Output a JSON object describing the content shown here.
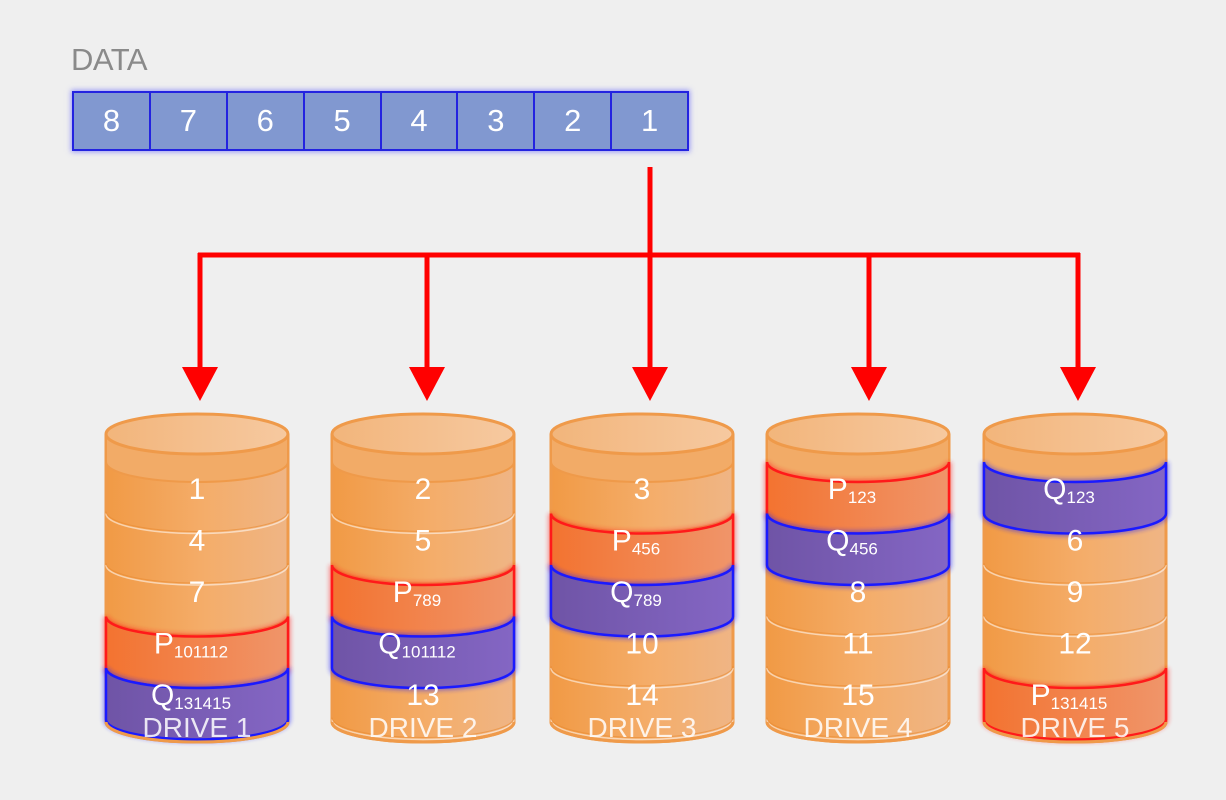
{
  "title": "DATA",
  "data_blocks": [
    "8",
    "7",
    "6",
    "5",
    "4",
    "3",
    "2",
    "1"
  ],
  "colors": {
    "background": "#efefef",
    "data_fill": "#8198d0",
    "data_border": "#2323e0",
    "arrow": "#ff0000",
    "disk_orange": "#f3a65a",
    "disk_orange_dark": "#ef8f35",
    "parity_p_fill": "#f47a45",
    "parity_p_border": "#ff1a1a",
    "parity_q_fill": "#7659b5",
    "parity_q_border": "#1a1aff"
  },
  "drives": [
    {
      "label": "DRIVE 1",
      "segments": [
        {
          "kind": "data",
          "text": "1",
          "sub": ""
        },
        {
          "kind": "data",
          "text": "4",
          "sub": ""
        },
        {
          "kind": "data",
          "text": "7",
          "sub": ""
        },
        {
          "kind": "p",
          "text": "P",
          "sub": "101112"
        },
        {
          "kind": "q",
          "text": "Q",
          "sub": "131415"
        }
      ]
    },
    {
      "label": "DRIVE 2",
      "segments": [
        {
          "kind": "data",
          "text": "2",
          "sub": ""
        },
        {
          "kind": "data",
          "text": "5",
          "sub": ""
        },
        {
          "kind": "p",
          "text": "P",
          "sub": "789"
        },
        {
          "kind": "q",
          "text": "Q",
          "sub": "101112"
        },
        {
          "kind": "data",
          "text": "13",
          "sub": ""
        }
      ]
    },
    {
      "label": "DRIVE 3",
      "segments": [
        {
          "kind": "data",
          "text": "3",
          "sub": ""
        },
        {
          "kind": "p",
          "text": "P",
          "sub": "456"
        },
        {
          "kind": "q",
          "text": "Q",
          "sub": "789"
        },
        {
          "kind": "data",
          "text": "10",
          "sub": ""
        },
        {
          "kind": "data",
          "text": "14",
          "sub": ""
        }
      ]
    },
    {
      "label": "DRIVE 4",
      "segments": [
        {
          "kind": "p",
          "text": "P",
          "sub": "123"
        },
        {
          "kind": "q",
          "text": "Q",
          "sub": "456"
        },
        {
          "kind": "data",
          "text": "8",
          "sub": ""
        },
        {
          "kind": "data",
          "text": "11",
          "sub": ""
        },
        {
          "kind": "data",
          "text": "15",
          "sub": ""
        }
      ]
    },
    {
      "label": "DRIVE 5",
      "segments": [
        {
          "kind": "q",
          "text": "Q",
          "sub": "123"
        },
        {
          "kind": "data",
          "text": "6",
          "sub": ""
        },
        {
          "kind": "data",
          "text": "9",
          "sub": ""
        },
        {
          "kind": "data",
          "text": "12",
          "sub": ""
        },
        {
          "kind": "p",
          "text": "P",
          "sub": "131415"
        }
      ]
    }
  ]
}
